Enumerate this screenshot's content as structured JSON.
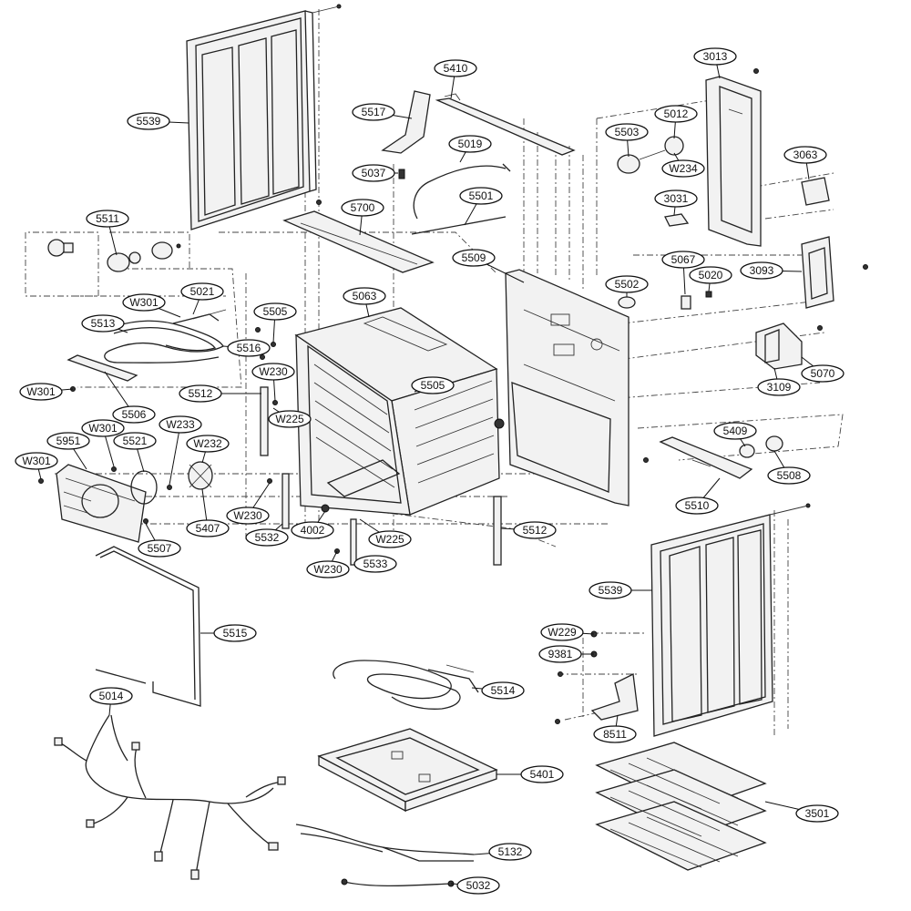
{
  "callouts": {
    "c5539a": "5539",
    "c5410": "5410",
    "c3013": "3013",
    "c5517": "5517",
    "c5019": "5019",
    "c5503": "5503",
    "c5012": "5012",
    "cW234": "W234",
    "c3063": "3063",
    "c5037": "5037",
    "c5501": "5501",
    "c3031": "3031",
    "c5511": "5511",
    "c5700": "5700",
    "c5509": "5509",
    "c5067": "5067",
    "c5502": "5502",
    "c5020": "5020",
    "c3093": "3093",
    "cW301a": "W301",
    "c5021": "5021",
    "c5513": "5513",
    "c5063": "5063",
    "c5505a": "5505",
    "c5516": "5516",
    "cW230a": "W230",
    "c5505b": "5505",
    "cW301b": "W301",
    "c5506": "5506",
    "c5512a": "5512",
    "c5070": "5070",
    "c3109": "3109",
    "cW225a": "W225",
    "cW301c": "W301",
    "cW233": "W233",
    "c5409": "5409",
    "c5951": "5951",
    "c5521": "5521",
    "cW232": "W232",
    "c5508": "5508",
    "cW301d": "W301",
    "c5510": "5510",
    "cW230b": "W230",
    "c5407": "5407",
    "c5532": "5532",
    "c4002": "4002",
    "cW225b": "W225",
    "c5512b": "5512",
    "c5507": "5507",
    "cW230c": "W230",
    "c5533": "5533",
    "c5539b": "5539",
    "c5515": "5515",
    "cW229": "W229",
    "c9381": "9381",
    "c5014": "5014",
    "c5514": "5514",
    "c8511": "8511",
    "c5401": "5401",
    "c3501": "3501",
    "c5132": "5132",
    "c5032": "5032"
  }
}
